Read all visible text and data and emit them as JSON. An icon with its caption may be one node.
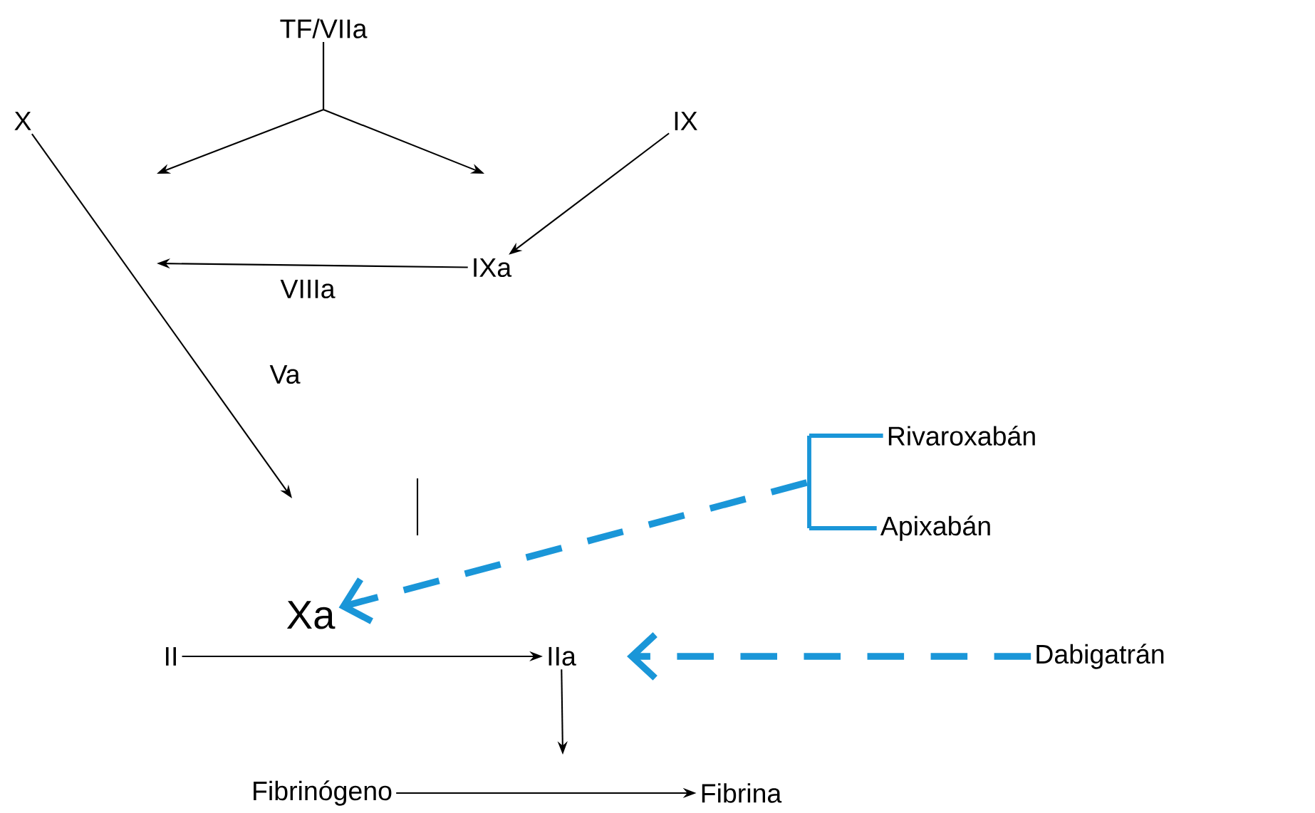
{
  "diagram": {
    "nodes": [
      {
        "text": [
          "TF/VIIa"
        ]
      },
      {
        "text": [
          "X"
        ]
      },
      {
        "text": [
          "IX"
        ]
      },
      {
        "text": [
          "IXa"
        ]
      },
      {
        "text": [
          "Xa"
        ]
      },
      {
        "text": [
          "II"
        ]
      },
      {
        "text": [
          "IIa"
        ]
      },
      {
        "text": [
          "Fibrinógeno"
        ]
      },
      {
        "text": [
          "Fibrina"
        ]
      },
      {
        "text": [
          "Rivaroxabán"
        ]
      },
      {
        "text": [
          "Apixabán"
        ]
      },
      {
        "text": [
          "Dabigatrán"
        ]
      },
      {
        "text": [],
        "shape": "bar"
      }
    ],
    "edges": [
      {
        "from": 0,
        "to": null,
        "arrow": "to"
      },
      {
        "from": 0,
        "to": null,
        "arrow": "to"
      },
      {
        "from": 2,
        "to": 3,
        "arrow": "to"
      },
      {
        "from": 3,
        "to": null,
        "arrow": "to"
      },
      {
        "from": 1,
        "to": null,
        "arrow": "to"
      },
      {
        "from": 5,
        "to": 6,
        "arrow": "to"
      },
      {
        "from": 6,
        "to": null,
        "arrow": "to"
      },
      {
        "from": 7,
        "to": 8,
        "arrow": "to"
      },
      {
        "from": 9,
        "to": 12,
        "arrow": "none",
        "style": "thick",
        "color": "#1a96d8"
      },
      {
        "from": 10,
        "to": 12,
        "arrow": "none",
        "style": "thick",
        "color": "#1a96d8"
      },
      {
        "from": 11,
        "to": 6,
        "arrow": "to",
        "style": "dashed",
        "color": "#1a96d8"
      },
      {
        "from": 12,
        "to": 4,
        "arrow": "to",
        "style": "dashed",
        "color": "#1a96d8"
      }
    ],
    "labels": [
      "VIIIa",
      "Va"
    ]
  }
}
